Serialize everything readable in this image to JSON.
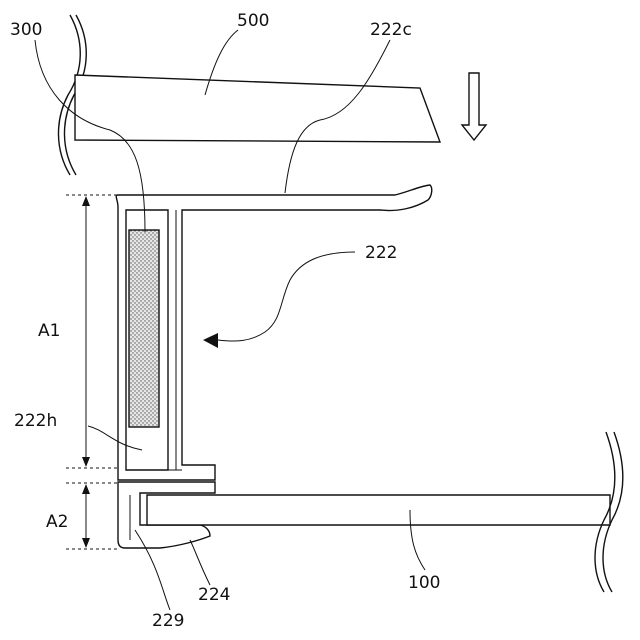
{
  "labels": {
    "l300": "300",
    "l500": "500",
    "l222c": "222c",
    "l222": "222",
    "lA1": "A1",
    "l222h": "222h",
    "lA2": "A2",
    "l100": "100",
    "l224": "224",
    "l229": "229"
  },
  "colors": {
    "line": "#111111",
    "pad_fill": "#d9d9d9",
    "background": "#ffffff"
  },
  "icons": {
    "press_arrow": "down-arrow-icon",
    "motion_arrow": "curved-arrow-icon"
  }
}
